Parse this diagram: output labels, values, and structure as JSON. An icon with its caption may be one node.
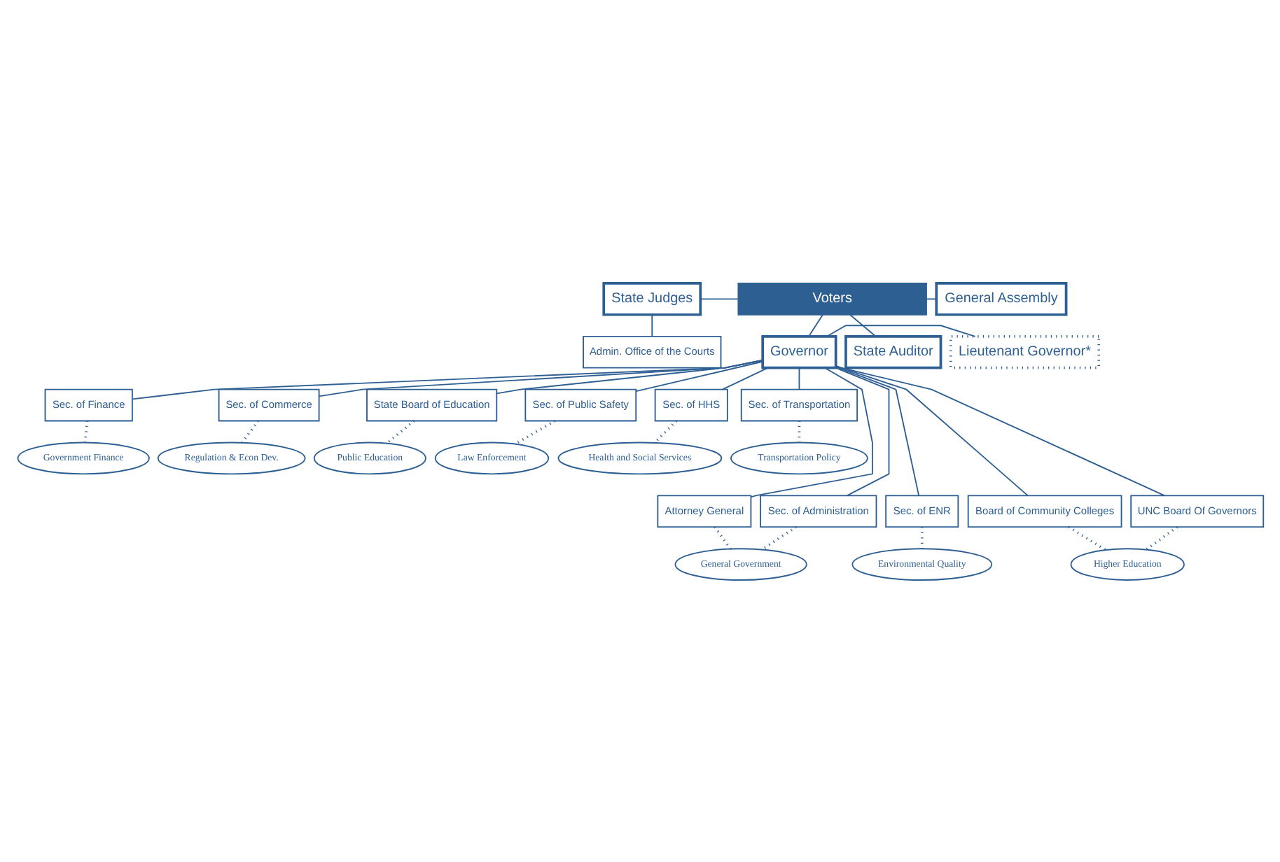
{
  "diagram": {
    "nodes": [
      {
        "text": [
          "State Judges"
        ]
      },
      {
        "text": [
          "Voters"
        ]
      },
      {
        "text": [
          "General Assembly"
        ]
      },
      {
        "text": [
          "Admin. Office of the Courts"
        ]
      },
      {
        "text": [
          "Governor"
        ]
      },
      {
        "text": [
          "Lieutenant Governor*"
        ]
      },
      {
        "text": [
          "State Auditor"
        ]
      },
      {
        "text": [
          "Sec. of Finance"
        ]
      },
      {
        "text": [
          "Sec. of Commerce"
        ]
      },
      {
        "text": [
          "State Board of Education"
        ]
      },
      {
        "text": [
          "Sec. of Public Safety"
        ]
      },
      {
        "text": [
          "Sec. of HHS"
        ]
      },
      {
        "text": [
          "Sec. of Transportation"
        ]
      },
      {
        "text": [
          "Government Finance"
        ]
      },
      {
        "text": [
          "Regulation & Econ Dev."
        ]
      },
      {
        "text": [
          "Public Education"
        ]
      },
      {
        "text": [
          "Law Enforcement"
        ]
      },
      {
        "text": [
          "Health and Social Services"
        ]
      },
      {
        "text": [
          "Transportation Policy"
        ]
      },
      {
        "text": [
          "Attorney General"
        ]
      },
      {
        "text": [
          "Sec. of Administration"
        ]
      },
      {
        "text": [
          "Sec. of ENR"
        ]
      },
      {
        "text": [
          "Board of Community Colleges"
        ]
      },
      {
        "text": [
          "UNC Board Of Governors"
        ]
      },
      {
        "text": [
          "General Government"
        ]
      },
      {
        "text": [
          "Environmental Quality"
        ]
      },
      {
        "text": [
          "Higher Education"
        ]
      }
    ],
    "edges": [
      {
        "from": 1,
        "to": 0,
        "arrow": "none"
      },
      {
        "from": 1,
        "to": 2,
        "arrow": "none"
      },
      {
        "from": 0,
        "to": 3,
        "arrow": "none"
      },
      {
        "from": 1,
        "to": 4,
        "arrow": "none"
      },
      {
        "from": 1,
        "to": 6,
        "arrow": "none"
      },
      {
        "from": 4,
        "to": 5,
        "arrow": "none"
      },
      {
        "from": 4,
        "to": 7,
        "arrow": "none"
      },
      {
        "from": 4,
        "to": 8,
        "arrow": "none"
      },
      {
        "from": 4,
        "to": 9,
        "arrow": "none"
      },
      {
        "from": 4,
        "to": 10,
        "arrow": "none"
      },
      {
        "from": 4,
        "to": 11,
        "arrow": "none"
      },
      {
        "from": 4,
        "to": 12,
        "arrow": "none"
      },
      {
        "from": 4,
        "to": 19,
        "arrow": "none"
      },
      {
        "from": 4,
        "to": 20,
        "arrow": "none"
      },
      {
        "from": 4,
        "to": 21,
        "arrow": "none"
      },
      {
        "from": 4,
        "to": 22,
        "arrow": "none"
      },
      {
        "from": 4,
        "to": 23,
        "arrow": "none"
      },
      {
        "from": 7,
        "to": 13,
        "arrow": "none",
        "style": "dashed"
      },
      {
        "from": 8,
        "to": 14,
        "arrow": "none",
        "style": "dashed"
      },
      {
        "from": 9,
        "to": 15,
        "arrow": "none",
        "style": "dashed"
      },
      {
        "from": 10,
        "to": 16,
        "arrow": "none",
        "style": "dashed"
      },
      {
        "from": 11,
        "to": 17,
        "arrow": "none",
        "style": "dashed"
      },
      {
        "from": 12,
        "to": 18,
        "arrow": "none",
        "style": "dashed"
      },
      {
        "from": 19,
        "to": 24,
        "arrow": "none",
        "style": "dashed"
      },
      {
        "from": 20,
        "to": 24,
        "arrow": "none",
        "style": "dashed"
      },
      {
        "from": 21,
        "to": 25,
        "arrow": "none",
        "style": "dashed"
      },
      {
        "from": 22,
        "to": 26,
        "arrow": "none",
        "style": "dashed"
      },
      {
        "from": 23,
        "to": 26,
        "arrow": "none",
        "style": "dashed"
      }
    ]
  }
}
